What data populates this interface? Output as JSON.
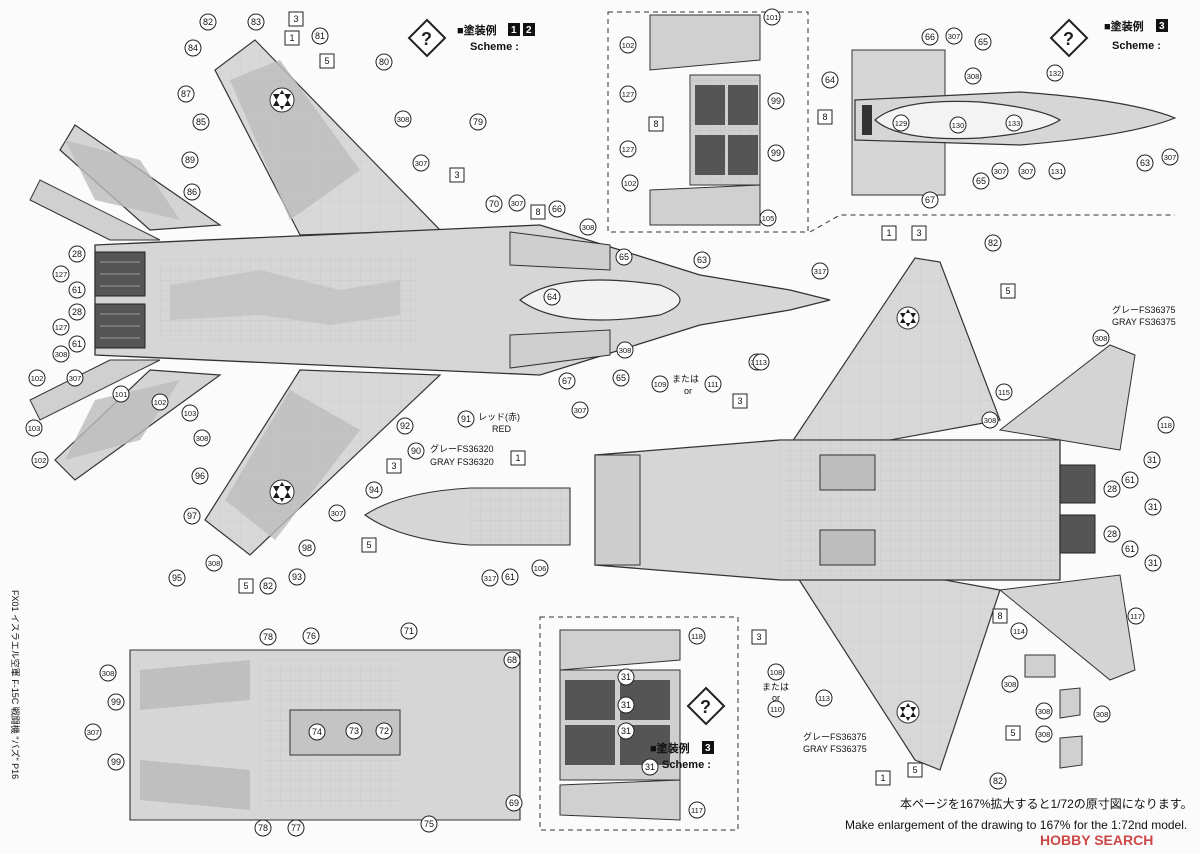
{
  "scheme_heading_12": "■塗装例",
  "scheme_num_a": "1",
  "scheme_num_b": "2",
  "scheme_label_12": "Scheme :",
  "scheme_heading_3": "■塗装例",
  "scheme_num_3": "3",
  "scheme_label_3": "Scheme :",
  "scheme_heading_3b": "■塗装例",
  "scheme_num_3b": "3",
  "scheme_label_3b": "Scheme :",
  "side_note": "FX01 イスラエル空軍 F-15C 戦闘機 \"バズ\" P16",
  "color_red_jp": "レッド(赤)",
  "color_red_en": "RED",
  "color_gray320_jp": "グレーFS36320",
  "color_gray320_en": "GRAY FS36320",
  "color_gray375_jp_a": "グレーFS36375",
  "color_gray375_en_a": "GRAY FS36375",
  "color_gray375_jp_b": "グレーFS36375",
  "color_gray375_en_b": "GRAY FS36375",
  "or_jp_a": "または",
  "or_en_a": "or",
  "or_jp_b": "または",
  "or_en_b": "or",
  "note_jp": "本ページを167%拡大すると1/72の原寸図になります。",
  "note_en": "Make enlargement of the drawing to 167% for the 1:72nd model.",
  "watermark": "HOBBY SEARCH",
  "colors": {
    "line": "#2a2a2a",
    "base": "#d6d6d6",
    "camo": "#bdbdbd",
    "panel": "#ececec",
    "dark": "#4a4a4a"
  },
  "icons": [
    "scheme-question-icon",
    "star-of-david-icon"
  ],
  "callouts_top": [
    "82",
    "83",
    "3",
    "1",
    "84",
    "81",
    "5",
    "80",
    "87",
    "85",
    "89",
    "86",
    "79",
    "308",
    "307",
    "3",
    "70",
    "307",
    "8",
    "66",
    "308",
    "65",
    "63",
    "317",
    "64",
    "308",
    "307",
    "65",
    "67",
    "307",
    "28",
    "127",
    "61",
    "28",
    "127",
    "61",
    "308",
    "102",
    "307",
    "103",
    "102",
    "101",
    "102",
    "103",
    "308",
    "96",
    "97",
    "95",
    "98",
    "94",
    "92",
    "91",
    "90",
    "3",
    "307",
    "308",
    "5",
    "82",
    "93",
    "5",
    "1",
    "317",
    "61",
    "106",
    "107",
    "61"
  ],
  "callouts_bottom_left": [
    "78",
    "76",
    "71",
    "68",
    "308",
    "99",
    "307",
    "99",
    "74",
    "73",
    "72",
    "69",
    "78",
    "77",
    "75"
  ],
  "callouts_scheme12": [
    "101",
    "102",
    "127",
    "8",
    "127",
    "102",
    "99",
    "99",
    "105"
  ],
  "callouts_scheme3_top": [
    "66",
    "307",
    "65",
    "308",
    "64",
    "8",
    "132",
    "129",
    "130",
    "133",
    "63",
    "307",
    "67",
    "307",
    "131",
    "65",
    "307"
  ],
  "callouts_scheme3_bottom": [
    "118",
    "31",
    "31",
    "31",
    "31",
    "117"
  ],
  "callouts_right": [
    "1",
    "3",
    "82",
    "5",
    "308",
    "113",
    "109",
    "111",
    "3",
    "308",
    "115",
    "118",
    "31",
    "61",
    "28",
    "31",
    "28",
    "61",
    "31",
    "8",
    "114",
    "117",
    "3",
    "308",
    "108",
    "110",
    "113",
    "5",
    "1",
    "5",
    "82",
    "308",
    "308",
    "308"
  ]
}
